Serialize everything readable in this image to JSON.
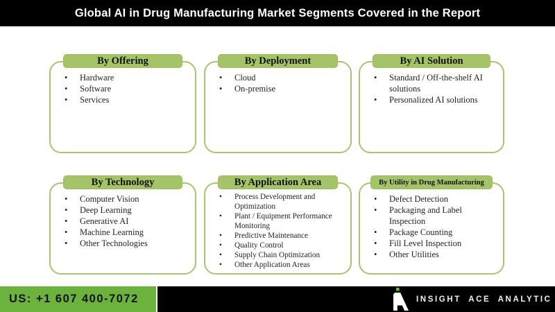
{
  "title": "Global AI in Drug Manufacturing Market Segments Covered in the Report",
  "boxes": [
    {
      "header": "By Offering",
      "items": [
        "Hardware",
        "Software",
        "Services"
      ]
    },
    {
      "header": "By Deployment",
      "items": [
        "Cloud",
        "On-premise"
      ]
    },
    {
      "header": "By AI Solution",
      "items": [
        "Standard / Off-the-shelf AI solutions",
        "Personalized AI solutions"
      ]
    },
    {
      "header": "By Technology",
      "items": [
        "Computer Vision",
        "Deep Learning",
        "Generative AI",
        "Machine Learning",
        "Other Technologies"
      ]
    },
    {
      "header": "By Application Area",
      "items": [
        "Process Development and Optimization",
        "Plant / Equipment Performance Monitoring",
        "Predictive Maintenance",
        "Quality Control",
        "Supply Chain Optimization",
        "Other Application Areas"
      ]
    },
    {
      "header": "By Utility in Drug Manufacturing",
      "items": [
        "Defect Detection",
        "Packaging and Label Inspection",
        "Package Counting",
        "Fill Level Inspection",
        "Other Utilities"
      ]
    }
  ],
  "footer": {
    "phone": "US: +1 607 400-7072",
    "brand": "INSIGHT ACE ANALYTIC"
  },
  "icons": {
    "brand_logo": "insight-ace-analytic-logo"
  },
  "colors": {
    "tab_green": "#a5c468",
    "box_border_green": "#a8c46e",
    "footer_green": "#6cb33e",
    "bar_black": "#000000",
    "title_text": "#ffffff"
  }
}
